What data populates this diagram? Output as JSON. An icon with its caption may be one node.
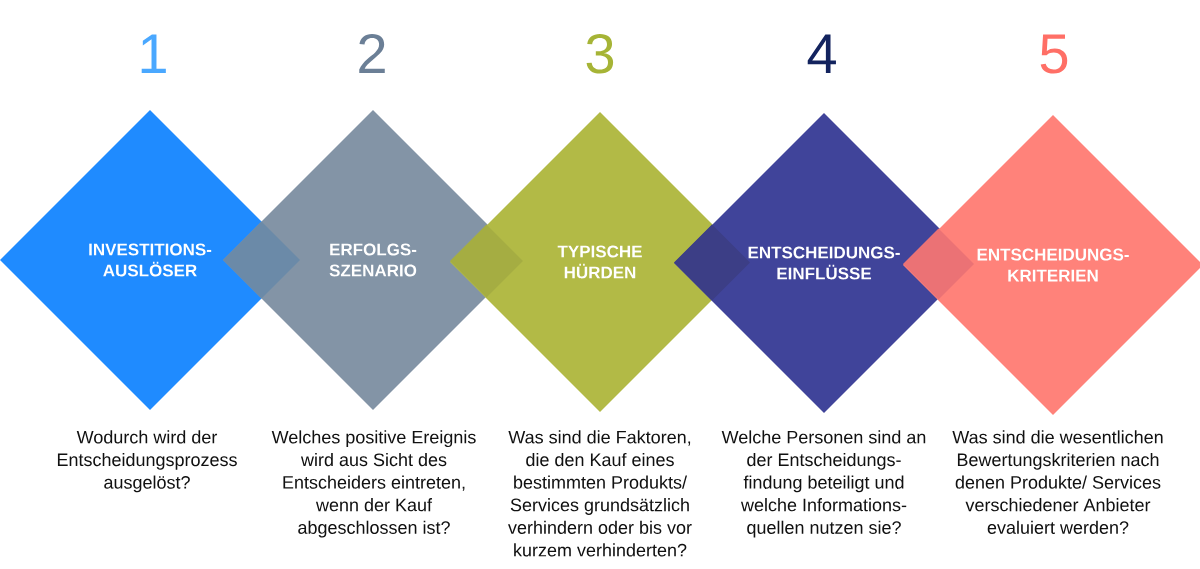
{
  "diagram": {
    "nodes": [
      {
        "text": [
          "INVESTITIONS- AUSLÖSER"
        ],
        "beside": [
          "1",
          "Wodurch wird der Entscheidungsprozess ausgelöst?"
        ]
      },
      {
        "text": [
          "ERFOLGS- SZENARIO"
        ],
        "beside": [
          "2",
          "Welches positive Ereignis wird aus Sicht des Entscheiders eintreten, wenn der Kauf abgeschlossen ist?"
        ]
      },
      {
        "text": [
          "TYPISCHE HÜRDEN"
        ],
        "beside": [
          "3",
          "Was sind die Faktoren, die den Kauf eines bestimmten Produkts/ Services grundsätzlich verhindern oder bis vor kurzem verhinderten?"
        ]
      },
      {
        "text": [
          "ENTSCHEIDUNGS- EINFLÜSSE"
        ],
        "beside": [
          "4",
          "Welche Personen sind an der Entscheidungs- findung beteiligt und welche Informations- quellen nutzen sie?"
        ]
      },
      {
        "text": [
          "ENTSCHEIDUNGS- KRITERIEN"
        ],
        "beside": [
          "5",
          "Was sind die wesentlichen Bewertungskriterien nach denen Produkte/ Services verschiedener Anbieter evaluiert werden?"
        ]
      }
    ]
  }
}
